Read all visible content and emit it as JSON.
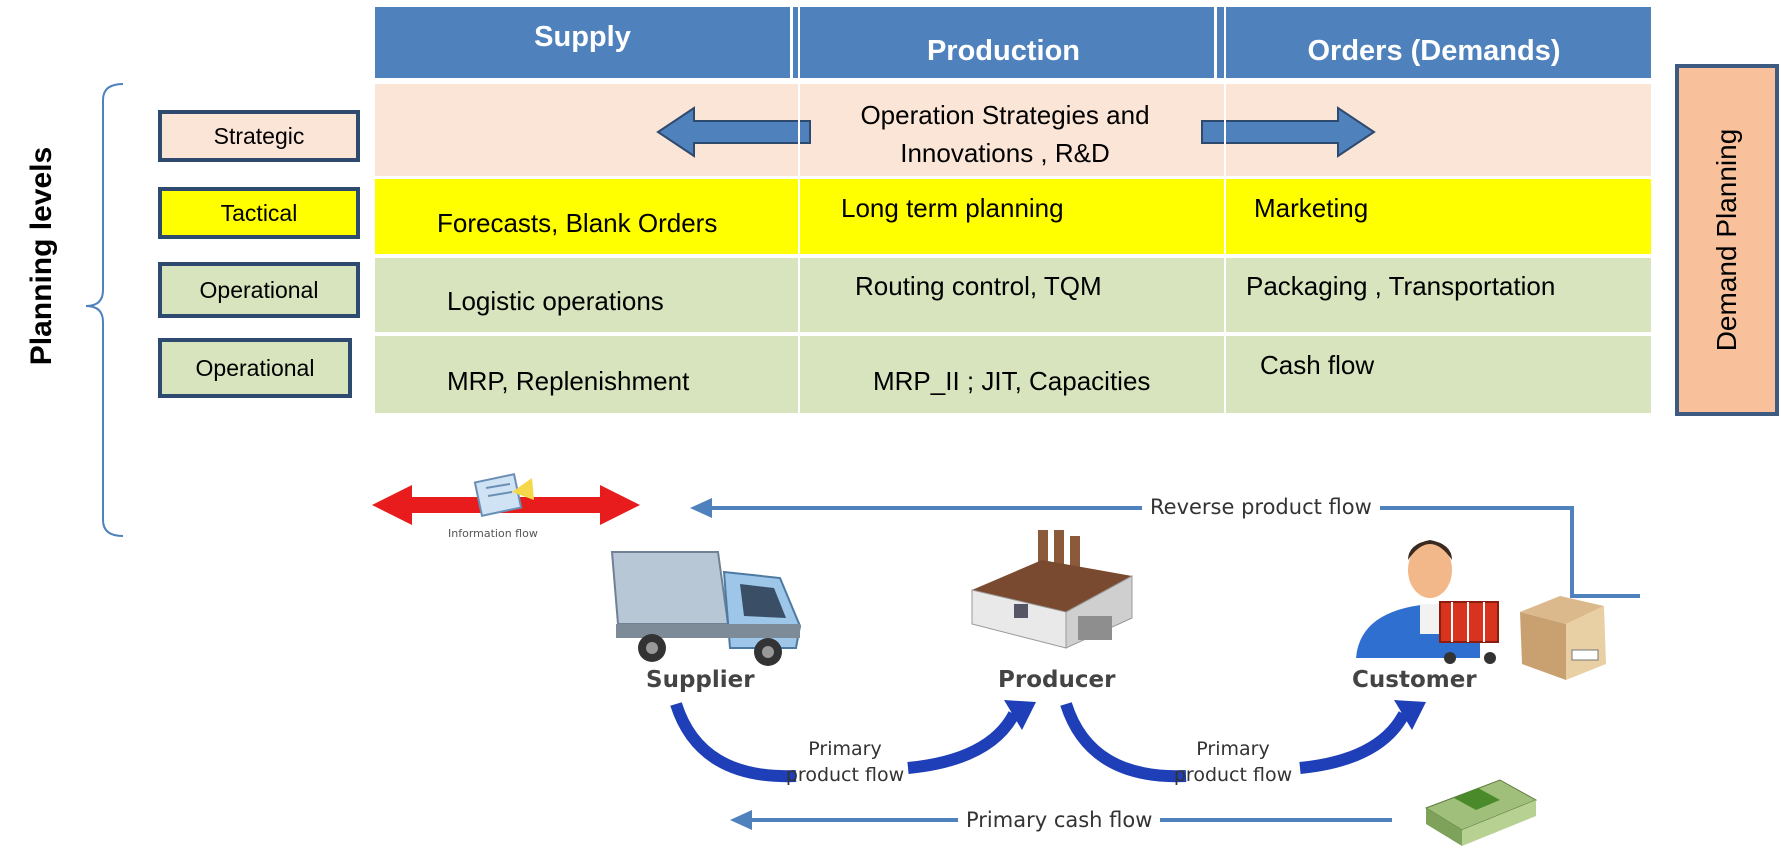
{
  "side_label": "Planning levels",
  "right_box": "Demand Planning",
  "header": {
    "supply": "Supply",
    "production": "Production",
    "orders": "Orders (Demands)"
  },
  "levels": [
    {
      "label": "Strategic",
      "center": "Operation Strategies and Innovations , R&D"
    },
    {
      "label": "Tactical",
      "supply": "Forecasts, Blank Orders",
      "production": "Long term planning",
      "orders": "Marketing"
    },
    {
      "label": "Operational",
      "supply": "Logistic operations",
      "production": "Routing control, TQM",
      "orders": "Packaging , Transportation"
    },
    {
      "label": "Operational",
      "supply": "MRP, Replenishment",
      "production": "MRP_II ; JIT, Capacities",
      "orders": "Cash flow"
    }
  ],
  "diagram": {
    "info_flow": "Information flow",
    "reverse_flow": "Reverse product flow",
    "supplier": "Supplier",
    "producer": "Producer",
    "customer": "Customer",
    "primary_flow_1": "Primary product flow",
    "primary_flow_2": "Primary product flow",
    "cash_flow": "Primary cash flow"
  },
  "colors": {
    "header": "#4f81bd",
    "strategic_row": "#fbe5d6",
    "tactical_row": "#ffff00",
    "operational_row": "#d7e4bd",
    "demand_box": "#f8c19b",
    "arrow_blue": "#4f81bd",
    "info_red": "#e81c1c"
  }
}
